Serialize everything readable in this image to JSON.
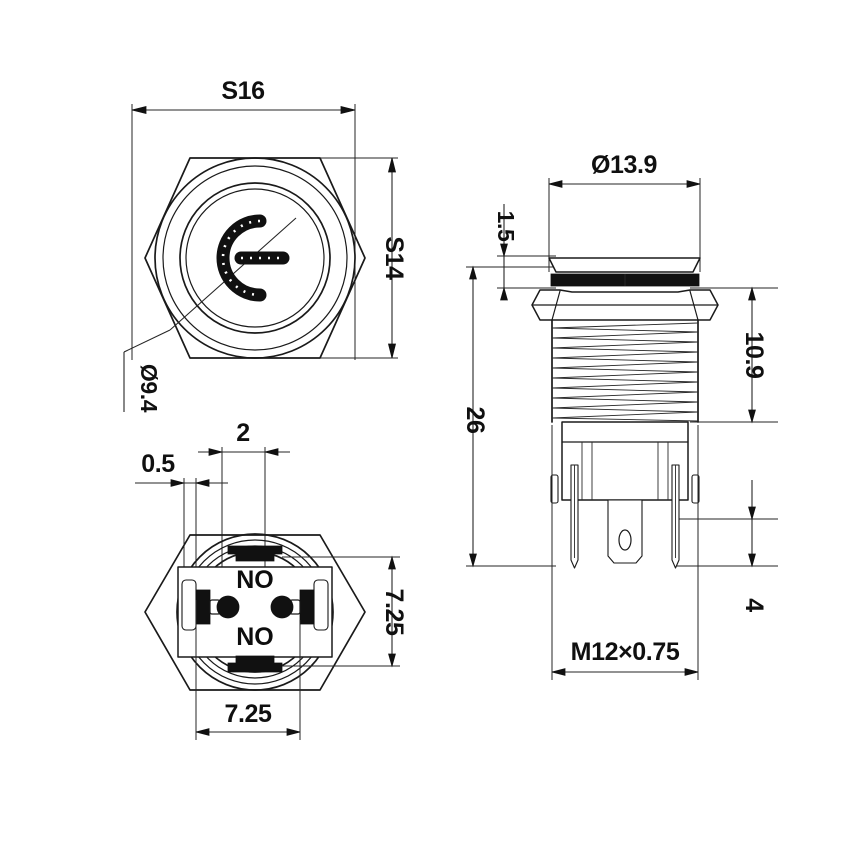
{
  "drawing": {
    "title": "Metal push button switch technical drawing",
    "line_color": "#1a1a1a",
    "background": "#ffffff"
  },
  "views": {
    "front": {
      "name": "front-view",
      "icon": "power-symbol",
      "dimensions": {
        "width_across_flats": "S16",
        "height_across_flats": "S14",
        "led_ring_diameter": "Ø9.4"
      }
    },
    "bottom": {
      "name": "bottom-terminal-view",
      "terminal_labels": [
        "NO",
        "NO"
      ],
      "dimensions": {
        "terminal_width": "0.5",
        "terminal_pin_width": "2",
        "vertical_pitch": "7.25",
        "horizontal_pitch": "7.25"
      }
    },
    "side": {
      "name": "side-elevation-view",
      "dimensions": {
        "cap_diameter": "Ø13.9",
        "cap_height": "1.5",
        "thread_length": "10.9",
        "total_length": "26",
        "pin_length": "4",
        "thread_spec": "M12×0.75"
      }
    }
  },
  "labels": {
    "s16": "S16",
    "s14": "S14",
    "d94": "Ø9.4",
    "d139": "Ø13.9",
    "h15": "1.5",
    "h109": "10.9",
    "h26": "26",
    "h4": "4",
    "thread": "M12×0.75",
    "p05": "0.5",
    "p2": "2",
    "p725v": "7.25",
    "p725h": "7.25",
    "no1": "NO",
    "no2": "NO"
  }
}
